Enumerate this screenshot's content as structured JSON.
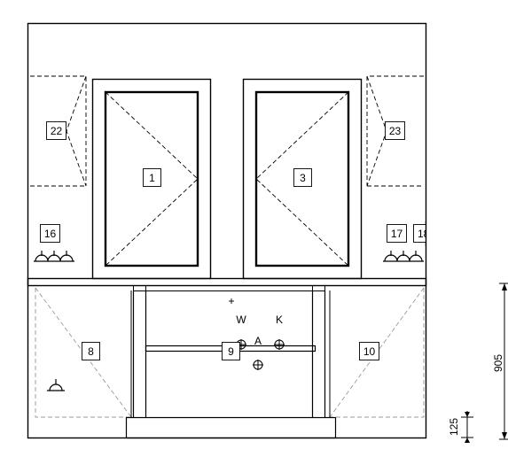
{
  "labels": {
    "win_left": "1",
    "win_right": "3",
    "upper_left": "22",
    "upper_right": "23",
    "socket_left": "16",
    "socket_right": "17",
    "socket_right_cut": "18",
    "base_left": "8",
    "base_center": "9",
    "base_right": "10",
    "tap_w": "W",
    "tap_k": "K",
    "tap_a": "A"
  },
  "dimensions": {
    "counter_height": "905",
    "plinth_height": "125"
  },
  "colors": {
    "line": "#000000",
    "hidden_line": "#9a9a9a",
    "background": "#ffffff"
  }
}
